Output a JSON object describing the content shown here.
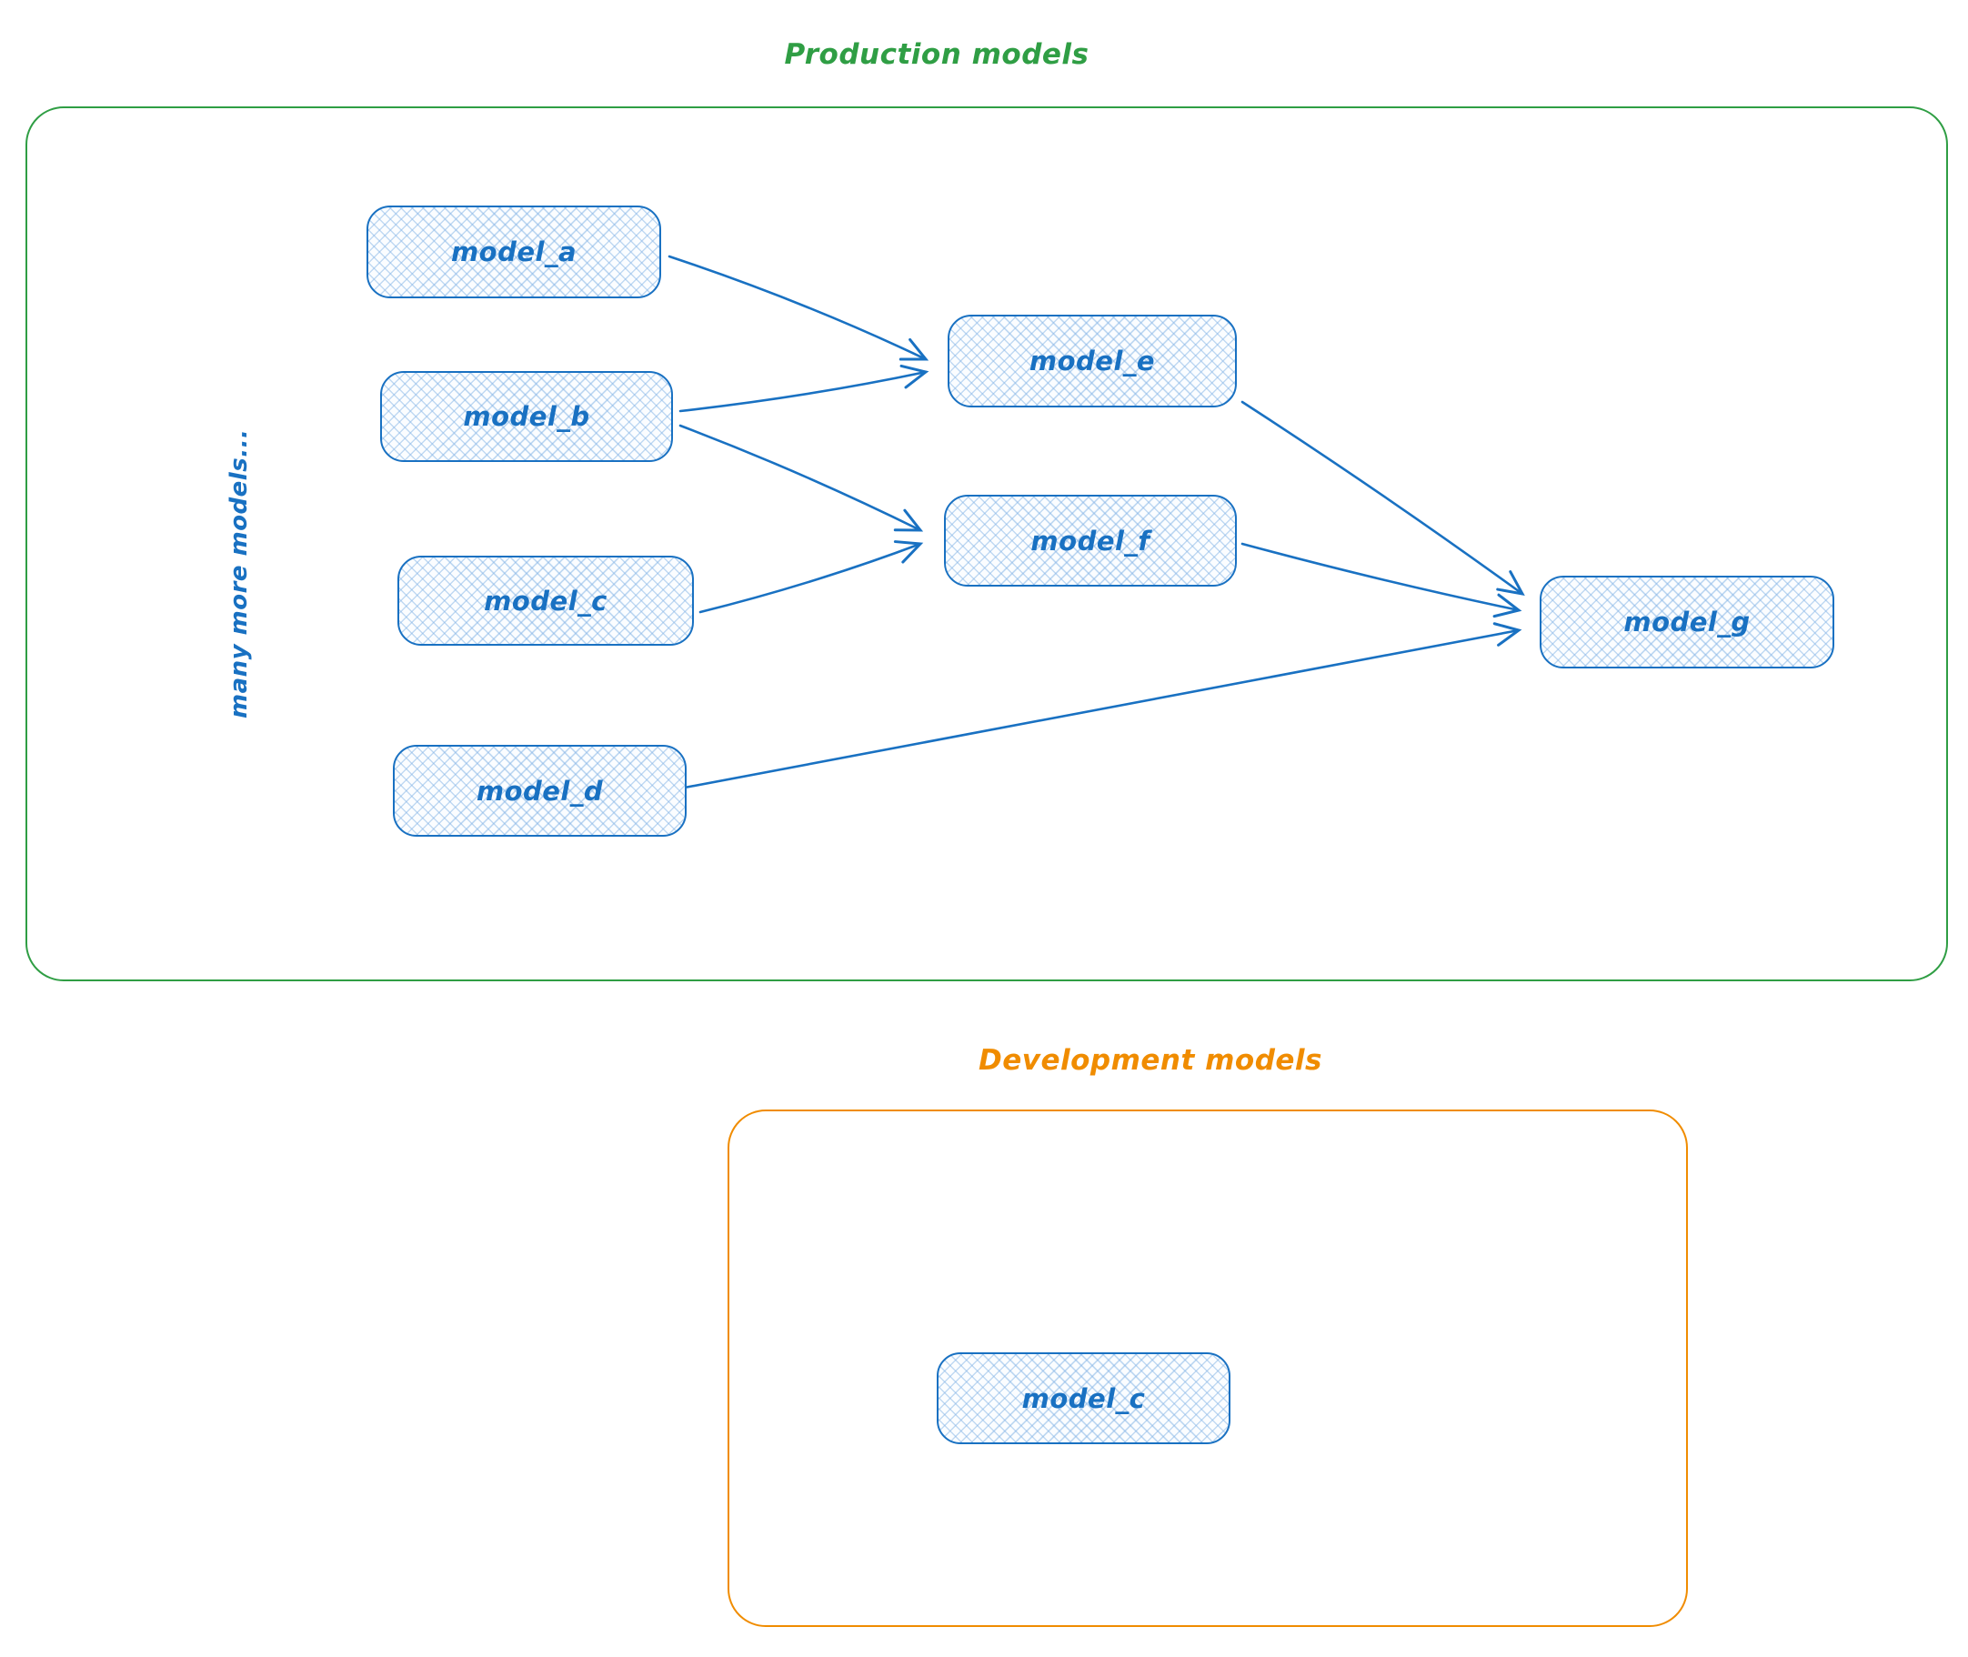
{
  "diagram": {
    "colors": {
      "production_accent": "#2f9e44",
      "development_accent": "#f08c00",
      "node_stroke": "#1971c2",
      "node_fill_tint": "#d8eafc"
    },
    "production": {
      "title": "Production models",
      "side_note": "many more models...",
      "nodes": [
        {
          "id": "model_a",
          "label": "model_a"
        },
        {
          "id": "model_b",
          "label": "model_b"
        },
        {
          "id": "model_c",
          "label": "model_c"
        },
        {
          "id": "model_d",
          "label": "model_d"
        },
        {
          "id": "model_e",
          "label": "model_e"
        },
        {
          "id": "model_f",
          "label": "model_f"
        },
        {
          "id": "model_g",
          "label": "model_g"
        }
      ],
      "edges": [
        {
          "from": "model_a",
          "to": "model_e"
        },
        {
          "from": "model_b",
          "to": "model_e"
        },
        {
          "from": "model_b",
          "to": "model_f"
        },
        {
          "from": "model_c",
          "to": "model_f"
        },
        {
          "from": "model_e",
          "to": "model_g"
        },
        {
          "from": "model_f",
          "to": "model_g"
        },
        {
          "from": "model_d",
          "to": "model_g"
        }
      ]
    },
    "development": {
      "title": "Development models",
      "nodes": [
        {
          "id": "model_c_dev",
          "label": "model_c"
        }
      ]
    }
  }
}
